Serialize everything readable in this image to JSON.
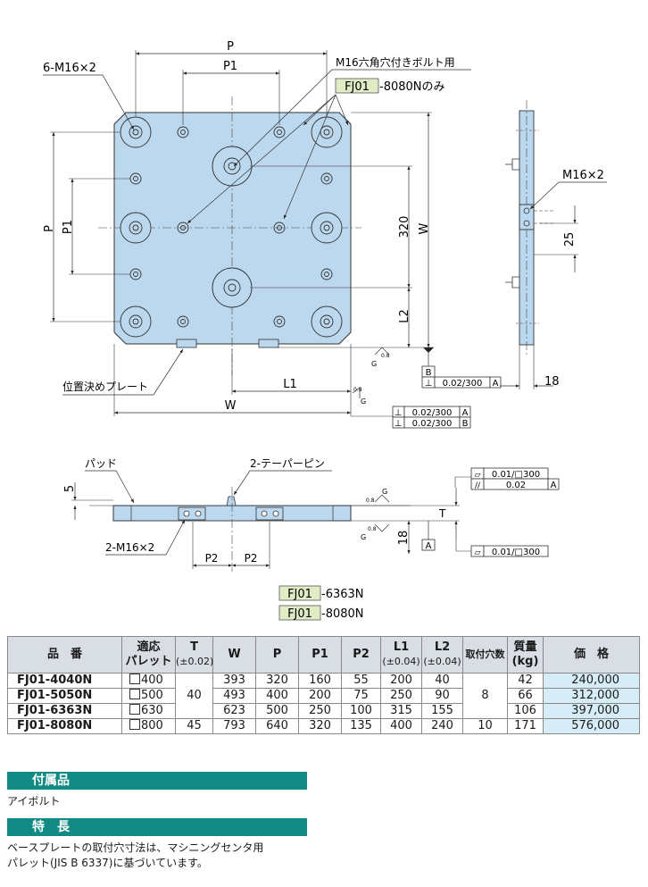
{
  "labels": {
    "six_m16": "6-M16×2",
    "P": "P",
    "P1": "P1",
    "bolt_note": "M16六角穴付きボルト用",
    "fj01_tag": "FJ01",
    "fj01_8080_only": "-8080Nのみ",
    "dim_320": "320",
    "W": "W",
    "L2": "L2",
    "L1": "L1",
    "locating_plate": "位置決めプレート",
    "tol_B": "B",
    "tol_A": "A",
    "tol_perp": "⊥",
    "tol_flat": "▱",
    "tol_par": "//",
    "tol_val_0_02_300": "0.02/300",
    "tol_val_0_01_300": "0.01/□300",
    "tol_val_0_02": "0.02",
    "G": "G",
    "g08": "0.8",
    "m16x2_side": "M16×2",
    "dim_25": "25",
    "dim_18": "18",
    "pad": "パッド",
    "taper_pin": "2-テーパーピン",
    "two_m16": "2-M16×2",
    "P2": "P2",
    "dim_5": "5",
    "T": "T",
    "model_6363": "-6363N",
    "model_8080": "-8080N"
  },
  "table": {
    "headers": {
      "part_no": "品　番",
      "pallet_l1": "適応",
      "pallet_l2": "パレット",
      "T_l1": "T",
      "T_l2": "(±0.02)",
      "W": "W",
      "P": "P",
      "P1": "P1",
      "P2": "P2",
      "L1_l1": "L1",
      "L1_l2": "(±0.04)",
      "L2_l1": "L2",
      "L2_l2": "(±0.04)",
      "holes": "取付穴数",
      "mass_l1": "質量",
      "mass_l2": "(kg)",
      "price": "価　格"
    },
    "rows": [
      {
        "part": "FJ01-4040N",
        "pallet": "400",
        "T": "40",
        "W": "393",
        "P": "320",
        "P1": "160",
        "P2": "55",
        "L1": "200",
        "L2": "40",
        "holes": "8",
        "mass": "42",
        "price": "240,000"
      },
      {
        "part": "FJ01-5050N",
        "pallet": "500",
        "W": "493",
        "P": "400",
        "P1": "200",
        "P2": "75",
        "L1": "250",
        "L2": "90",
        "mass": "66",
        "price": "312,000"
      },
      {
        "part": "FJ01-6363N",
        "pallet": "630",
        "W": "623",
        "P": "500",
        "P1": "250",
        "P2": "100",
        "L1": "315",
        "L2": "155",
        "mass": "106",
        "price": "397,000"
      },
      {
        "part": "FJ01-8080N",
        "pallet": "800",
        "T": "45",
        "W": "793",
        "P": "640",
        "P1": "320",
        "P2": "135",
        "L1": "400",
        "L2": "240",
        "holes": "10",
        "mass": "171",
        "price": "576,000"
      }
    ]
  },
  "accessories": {
    "title": "付属品",
    "text": "アイボルト"
  },
  "features": {
    "title": "特　長",
    "line1": "ベースプレートの取付穴寸法は、マシニングセンタ用",
    "line2": "パレット(JIS B 6337)に基づいています。"
  },
  "colors": {
    "plate": "#bcd8ee",
    "tag": "#e0ecc4",
    "section": "#118a83",
    "price_cell": "#d6edf7",
    "header_cell": "#d9dee4"
  }
}
